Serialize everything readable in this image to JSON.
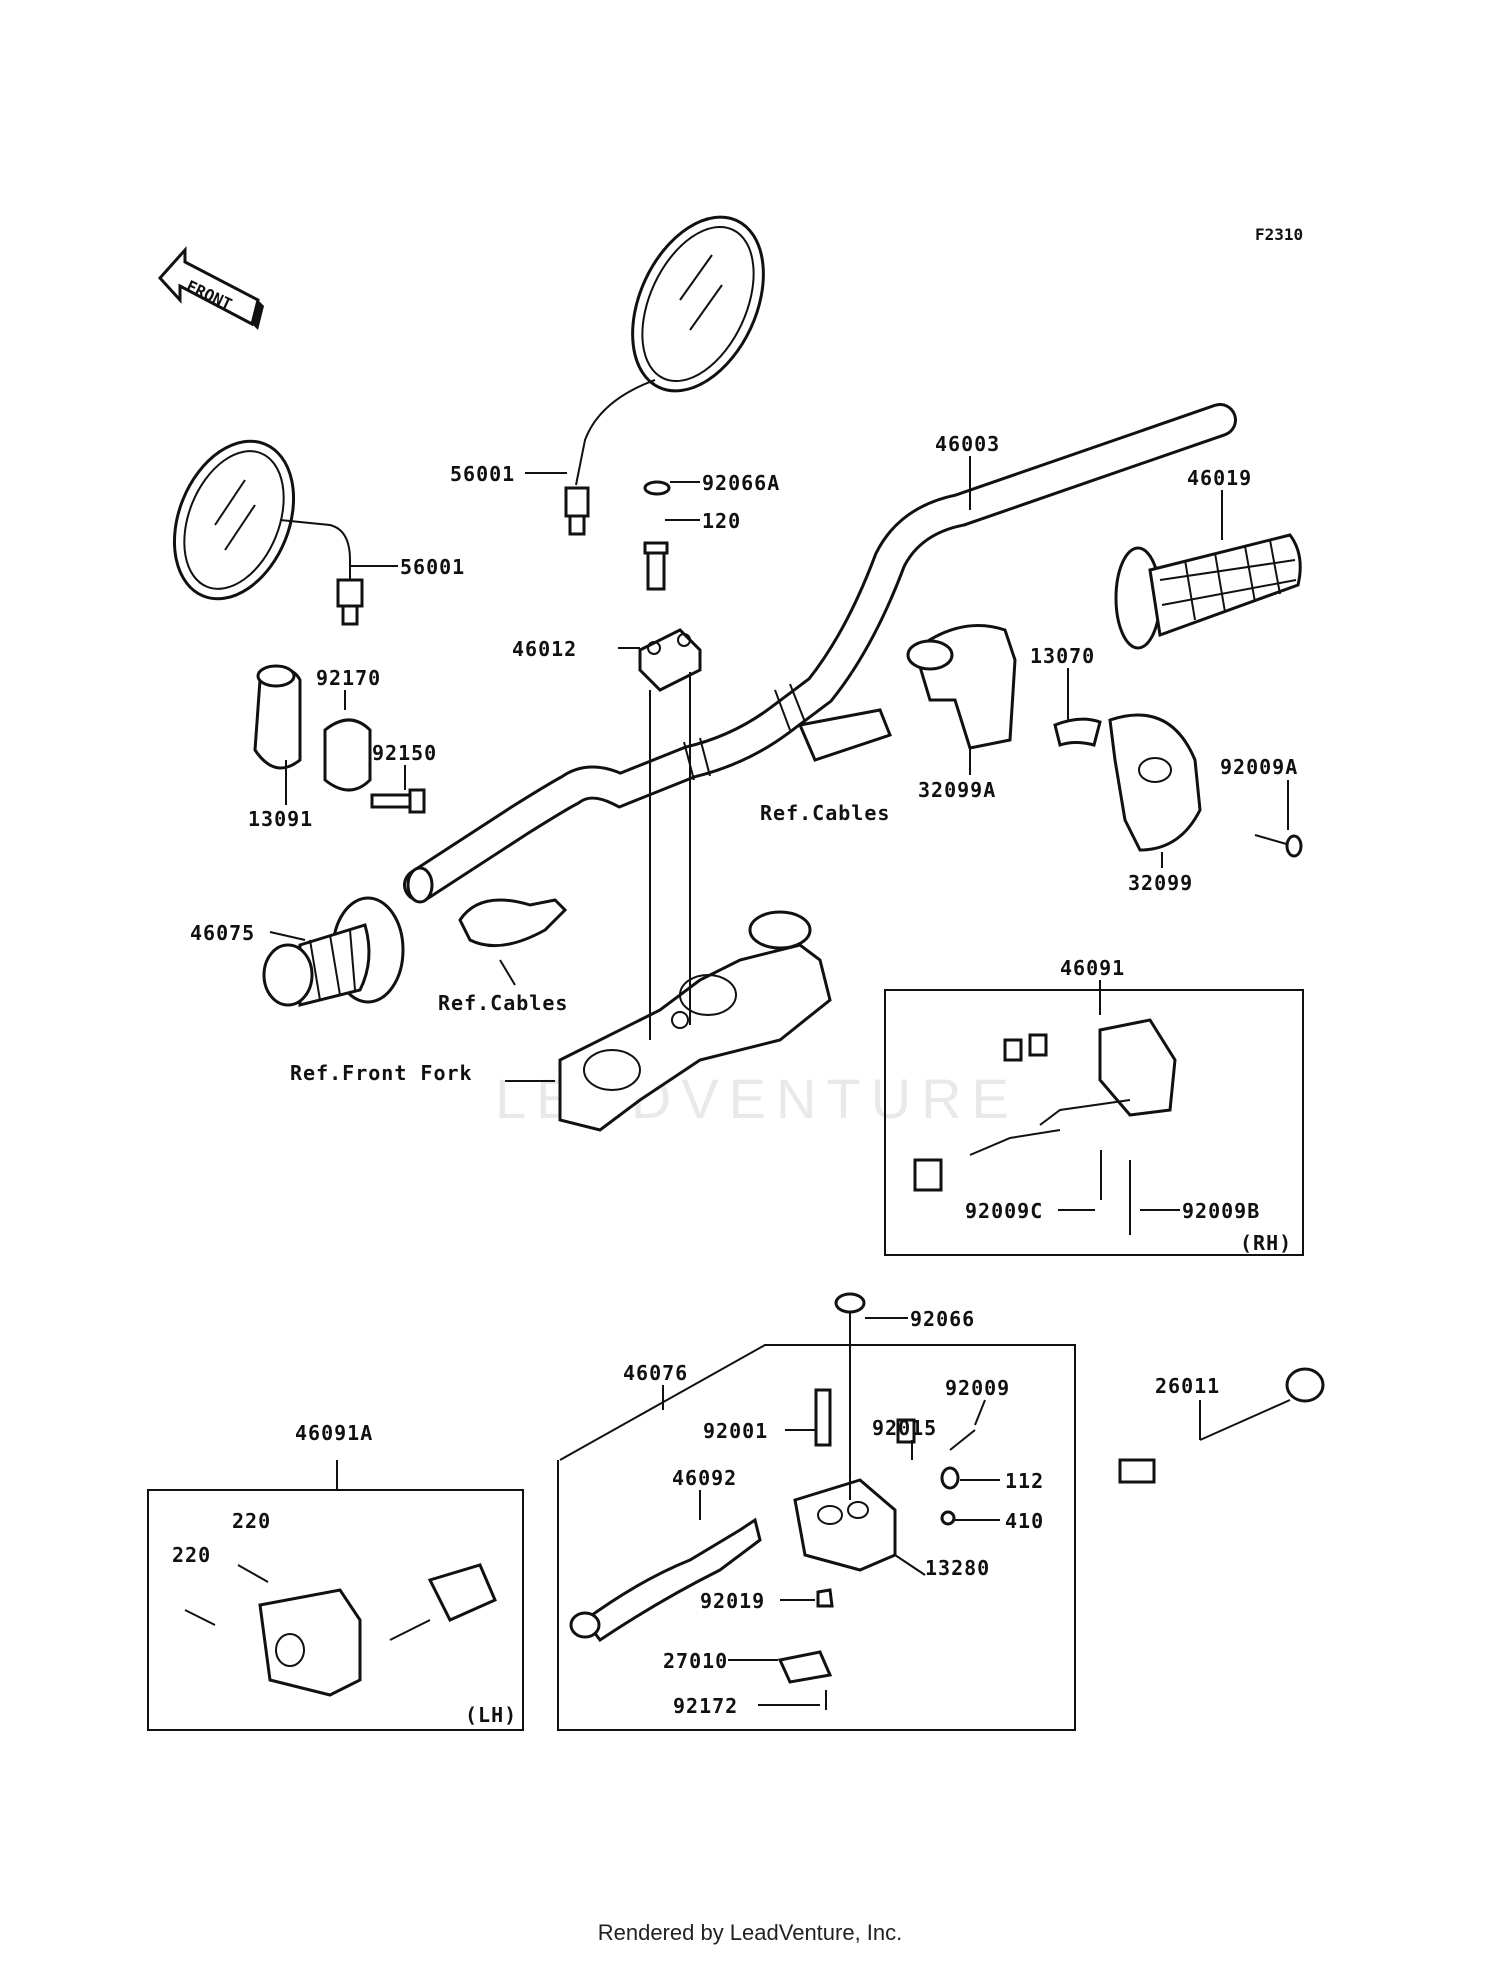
{
  "figure_code": "F2310",
  "front_arrow_text": "FRONT",
  "watermark": "LEADVENTURE",
  "footer": "Rendered by LeadVenture, Inc.",
  "labels": {
    "p56001a": "56001",
    "p56001b": "56001",
    "p92066A": "92066A",
    "p120": "120",
    "p46003": "46003",
    "p46019": "46019",
    "p46012": "46012",
    "p92170": "92170",
    "p92150": "92150",
    "p13091": "13091",
    "p13070": "13070",
    "p32099A": "32099A",
    "p92009A": "92009A",
    "p32099": "32099",
    "refCables1": "Ref.Cables",
    "p46075": "46075",
    "refCables2": "Ref.Cables",
    "refFrontFork": "Ref.Front Fork",
    "p46091": "46091",
    "p92009C": "92009C",
    "p92009B": "92009B",
    "rh": "(RH)",
    "p92066": "92066",
    "p46076": "46076",
    "p92009": "92009",
    "p92015": "92015",
    "p92001": "92001",
    "p26011": "26011",
    "p46092": "46092",
    "p112": "112",
    "p410": "410",
    "p13280": "13280",
    "p92019": "92019",
    "p27010": "27010",
    "p92172": "92172",
    "p46091A": "46091A",
    "p220a": "220",
    "p220b": "220",
    "lh": "(LH)"
  }
}
